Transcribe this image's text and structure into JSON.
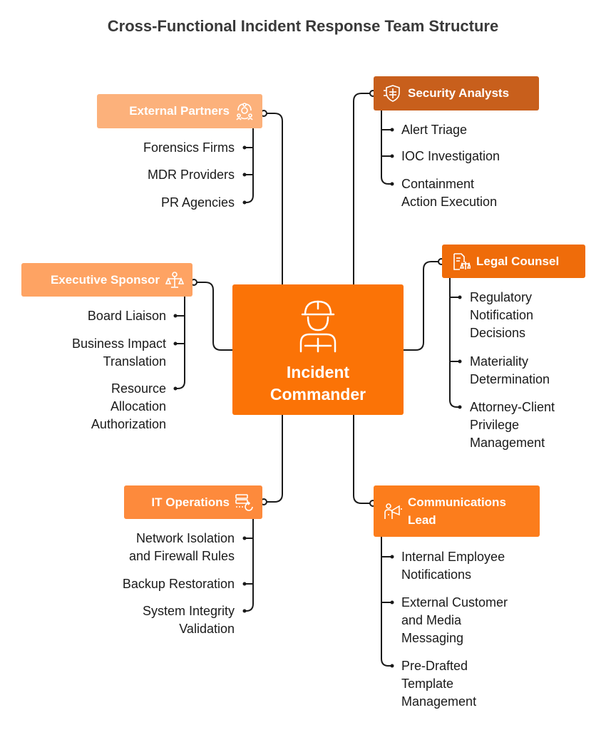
{
  "title": "Cross-Functional Incident Response Team Structure",
  "center": {
    "label": "Incident\nCommander",
    "icon": "worker-helmet-icon"
  },
  "colors": {
    "external_partners": "#fcb17b",
    "executive_sponsor": "#fea363",
    "it_operations": "#fd8a3c",
    "security_analysts": "#c85f1c",
    "legal_counsel": "#ef6c0a",
    "communications_lead": "#fc7d1c",
    "center": "#fb7306",
    "lines": "#1a1a1a"
  },
  "branches": {
    "external_partners": {
      "label": "External Partners",
      "icon": "network-partners-icon",
      "items": [
        "Forensics Firms",
        "MDR Providers",
        "PR Agencies"
      ]
    },
    "executive_sponsor": {
      "label": "Executive Sponsor",
      "icon": "balance-scale-icon",
      "items": [
        "Board Liaison",
        "Business Impact\nTranslation",
        "Resource\nAllocation\nAuthorization"
      ]
    },
    "it_operations": {
      "label": "IT Operations",
      "icon": "server-refresh-icon",
      "items": [
        "Network Isolation\nand Firewall Rules",
        "Backup Restoration",
        "System Integrity\nValidation"
      ]
    },
    "security_analysts": {
      "label": "Security Analysts",
      "icon": "shield-circuit-icon",
      "items": [
        "Alert Triage",
        "IOC Investigation",
        "Containment\nAction Execution"
      ]
    },
    "legal_counsel": {
      "label": "Legal Counsel",
      "icon": "legal-document-icon",
      "items": [
        "Regulatory\nNotification\nDecisions",
        "Materiality\nDetermination",
        "Attorney-Client\nPrivilege\nManagement"
      ]
    },
    "communications_lead": {
      "label": "Communications\nLead",
      "icon": "megaphone-person-icon",
      "items": [
        "Internal Employee\nNotifications",
        "External Customer\nand Media\nMessaging",
        "Pre-Drafted\nTemplate\nManagement"
      ]
    }
  }
}
